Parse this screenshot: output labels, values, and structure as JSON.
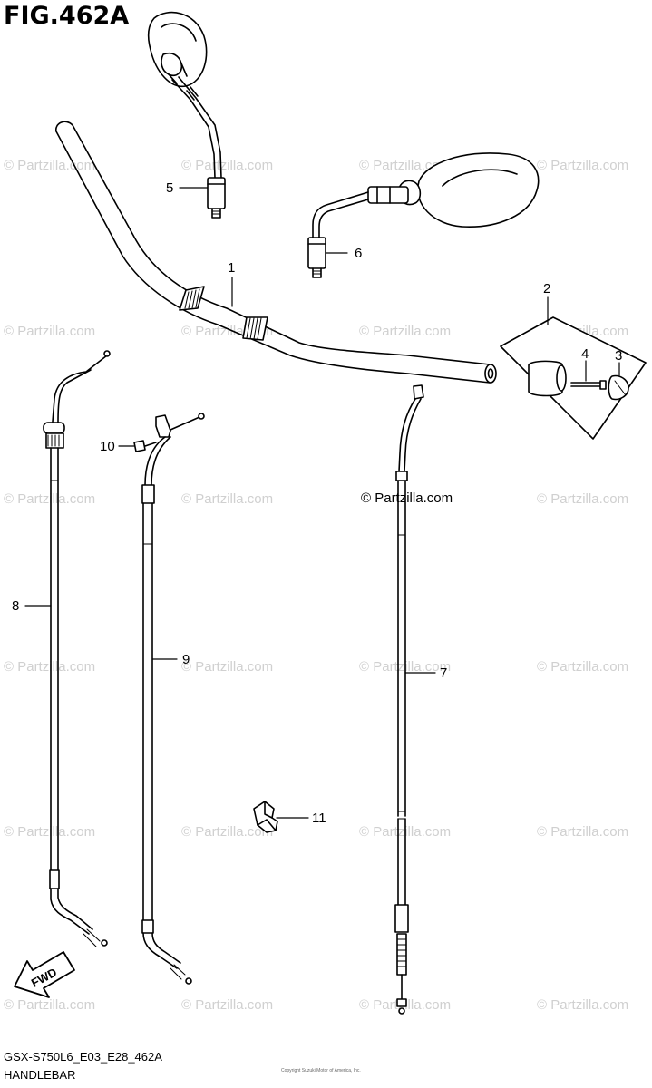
{
  "figure": {
    "title": "FIG.462A",
    "code": "GSX-S750L6_E03_E28_462A",
    "name": "HANDLEBAR"
  },
  "watermark": {
    "text": "© Partzilla.com",
    "featured_text": "© Partzilla.com",
    "copyright_small": "Copyright\nSuzuki Motor of America, Inc."
  },
  "callouts": [
    {
      "id": "1",
      "label": "1"
    },
    {
      "id": "2",
      "label": "2"
    },
    {
      "id": "3",
      "label": "3"
    },
    {
      "id": "4",
      "label": "4"
    },
    {
      "id": "5",
      "label": "5"
    },
    {
      "id": "6",
      "label": "6"
    },
    {
      "id": "7",
      "label": "7"
    },
    {
      "id": "8",
      "label": "8"
    },
    {
      "id": "9",
      "label": "9"
    },
    {
      "id": "10",
      "label": "10"
    },
    {
      "id": "11",
      "label": "11"
    }
  ],
  "fwd_badge": {
    "label": "FWD"
  },
  "colors": {
    "line": "#000000",
    "watermark": "#cfcfcf"
  }
}
